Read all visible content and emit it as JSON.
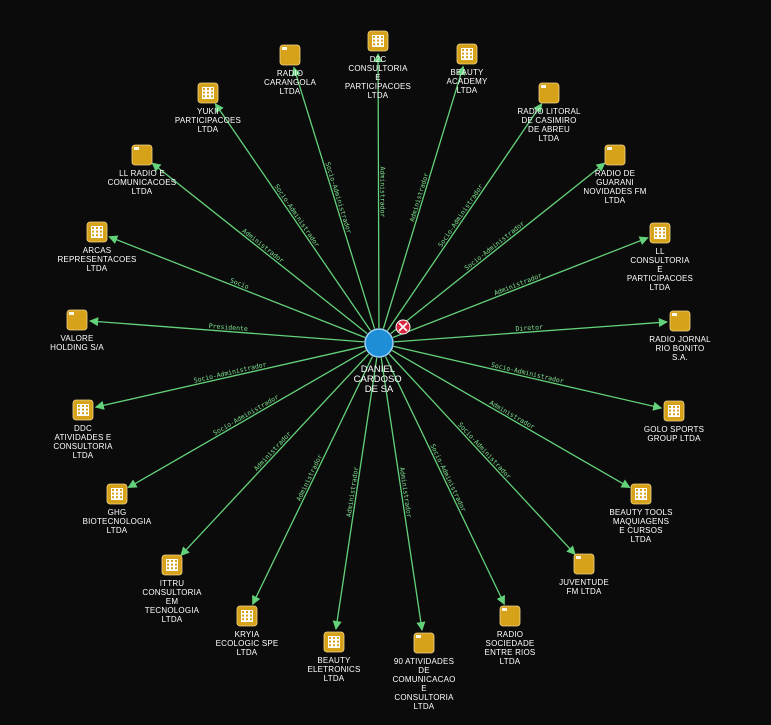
{
  "colors": {
    "background": "#0b0b0b",
    "edge": "#64d27a",
    "node_icon": "#d6a21a",
    "center_node": "#1e8fd6",
    "remove_badge": "#d7263d",
    "label": "#ffffff"
  },
  "center": {
    "label_lines": [
      "DANIEL",
      "CARDOSO",
      "DE SA"
    ],
    "icon": "person-circle-icon",
    "remove_icon": "close-x-icon"
  },
  "nodes": [
    {
      "label_lines": [
        "D2C",
        "CONSULTORIA",
        "E",
        "PARTICIPACOES",
        "LTDA"
      ],
      "relation": "Administrador",
      "icon": "building-icon"
    },
    {
      "label_lines": [
        "BEAUTY",
        "ACADEMY",
        "LTDA"
      ],
      "relation": "Administrador",
      "icon": "building-icon"
    },
    {
      "label_lines": [
        "RADIO LITORAL",
        "DE CASIMIRO",
        "DE ABREU",
        "LTDA"
      ],
      "relation": "Socio-Administrador",
      "icon": "company-icon"
    },
    {
      "label_lines": [
        "RADIO DE",
        "GUARANI",
        "NOVIDADES FM",
        "LTDA"
      ],
      "relation": "Socio-Administrador",
      "icon": "company-icon"
    },
    {
      "label_lines": [
        "LL",
        "CONSULTORIA",
        "E",
        "PARTICIPACOES",
        "LTDA"
      ],
      "relation": "Administrador",
      "icon": "building-icon"
    },
    {
      "label_lines": [
        "RADIO JORNAL",
        "RIO BONITO",
        "S.A."
      ],
      "relation": "Diretor",
      "icon": "company-icon"
    },
    {
      "label_lines": [
        "GOLO SPORTS",
        "GROUP LTDA"
      ],
      "relation": "Socio-Administrador",
      "icon": "building-icon"
    },
    {
      "label_lines": [
        "BEAUTY TOOLS",
        "MAQUIAGENS",
        "E CURSOS",
        "LTDA"
      ],
      "relation": "Administrador",
      "icon": "building-icon"
    },
    {
      "label_lines": [
        "JUVENTUDE",
        "FM LTDA"
      ],
      "relation": "Socio-Administrador",
      "icon": "company-icon"
    },
    {
      "label_lines": [
        "RADIO",
        "SOCIEDADE",
        "ENTRE RIOS",
        "LTDA"
      ],
      "relation": "Socio-Administrador",
      "icon": "company-icon"
    },
    {
      "label_lines": [
        "90 ATIVIDADES",
        "DE",
        "COMUNICACAO",
        "E",
        "CONSULTORIA",
        "LTDA"
      ],
      "relation": "Administrador",
      "icon": "company-icon"
    },
    {
      "label_lines": [
        "BEAUTY",
        "ELETRONICS",
        "LTDA"
      ],
      "relation": "Administrador",
      "icon": "building-icon"
    },
    {
      "label_lines": [
        "KRYIA",
        "ECOLOGIC SPE",
        "LTDA"
      ],
      "relation": "Administrador",
      "icon": "building-icon"
    },
    {
      "label_lines": [
        "ITTRU",
        "CONSULTORIA",
        "EM",
        "TECNOLOGIA",
        "LTDA"
      ],
      "relation": "Administrador",
      "icon": "building-icon"
    },
    {
      "label_lines": [
        "GHG",
        "BIOTECNOLOGIA",
        "LTDA"
      ],
      "relation": "Socio-Administrador",
      "icon": "building-icon"
    },
    {
      "label_lines": [
        "DDC",
        "ATIVIDADES E",
        "CONSULTORIA",
        "LTDA"
      ],
      "relation": "Socio-Administrador",
      "icon": "building-icon"
    },
    {
      "label_lines": [
        "VALORE",
        "HOLDING S/A"
      ],
      "relation": "Presidente",
      "icon": "company-icon"
    },
    {
      "label_lines": [
        "ARCAS",
        "REPRESENTACOES",
        "LTDA"
      ],
      "relation": "Socio",
      "icon": "building-icon"
    },
    {
      "label_lines": [
        "LL RADIO E",
        "COMUNICACOES",
        "LTDA"
      ],
      "relation": "Administrador",
      "icon": "company-icon"
    },
    {
      "label_lines": [
        "YUKII",
        "PARTICIPACOES",
        "LTDA"
      ],
      "relation": "Socio-Administrador",
      "icon": "building-icon"
    },
    {
      "label_lines": [
        "RADIO",
        "CARANGOLA",
        "LTDA"
      ],
      "relation": "Socio-Administrador",
      "icon": "company-icon"
    }
  ]
}
